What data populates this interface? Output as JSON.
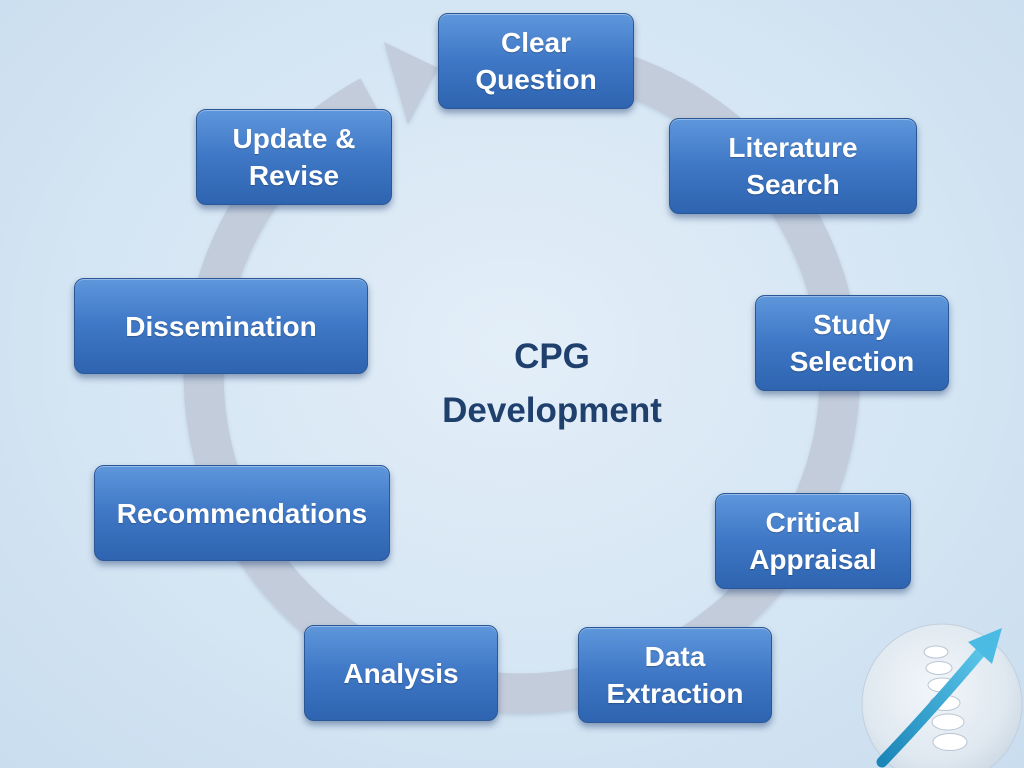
{
  "center": {
    "title": "CPG\nDevelopment"
  },
  "steps": [
    {
      "label": "Clear\nQuestion"
    },
    {
      "label": "Literature\nSearch"
    },
    {
      "label": "Study\nSelection"
    },
    {
      "label": "Critical\nAppraisal"
    },
    {
      "label": "Data\nExtraction"
    },
    {
      "label": "Analysis"
    },
    {
      "label": "Recommendations"
    },
    {
      "label": "Dissemination"
    },
    {
      "label": "Update &\nRevise"
    }
  ],
  "colors": {
    "box_top": "#5f97dc",
    "box_bottom": "#2e64b0",
    "ring": "#c3ccda",
    "center_text": "#1f3f6d",
    "logo_arrow": "#2ea3cf"
  },
  "icons": {
    "logo": "spine-arrow-logo",
    "cycle": "circular-arrow-icon"
  }
}
